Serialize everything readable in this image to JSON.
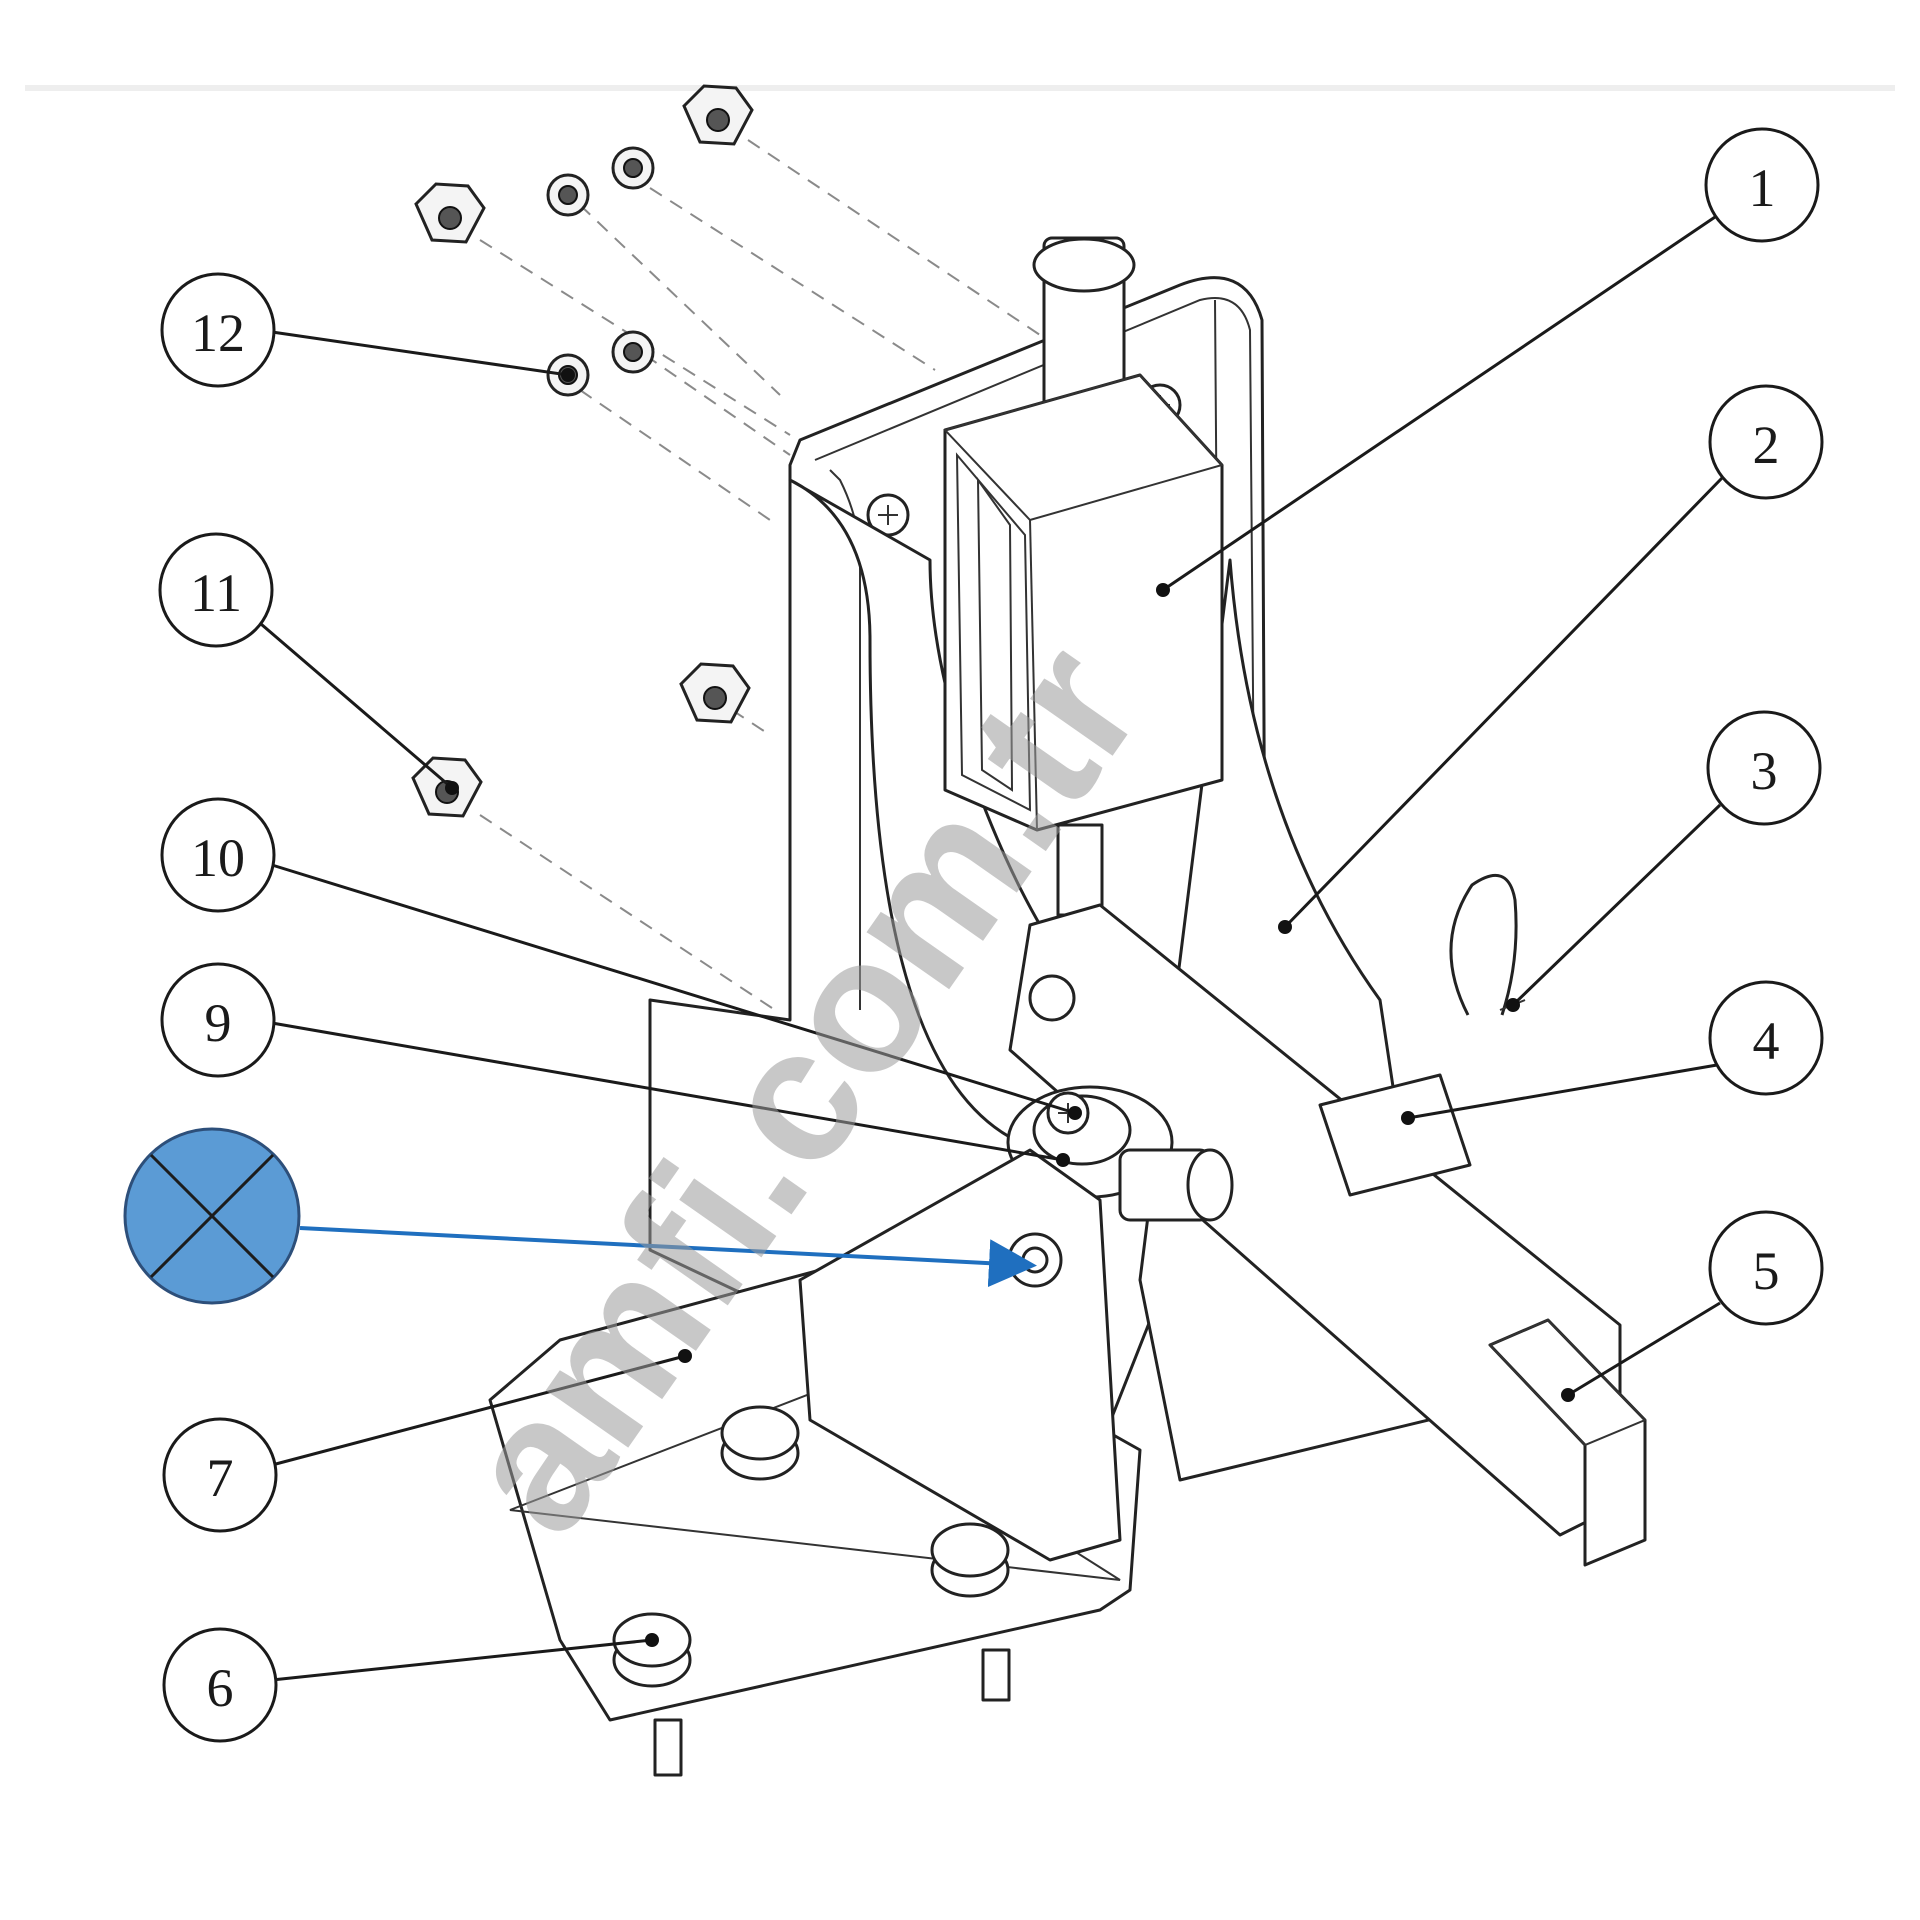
{
  "watermark": "amfi.com.tr",
  "callouts": [
    {
      "label": "1"
    },
    {
      "label": "2"
    },
    {
      "label": "3"
    },
    {
      "label": "4"
    },
    {
      "label": "5"
    },
    {
      "label": "6"
    },
    {
      "label": "7"
    },
    {
      "label": "9"
    },
    {
      "label": "10"
    },
    {
      "label": "11"
    },
    {
      "label": "12"
    }
  ],
  "marker": {
    "color": "#5b9bd5",
    "icon": "x-marker-icon",
    "arrow_color": "#1f6fbf"
  },
  "colors": {
    "line": "#222222",
    "dashed": "#8a8a8a"
  }
}
